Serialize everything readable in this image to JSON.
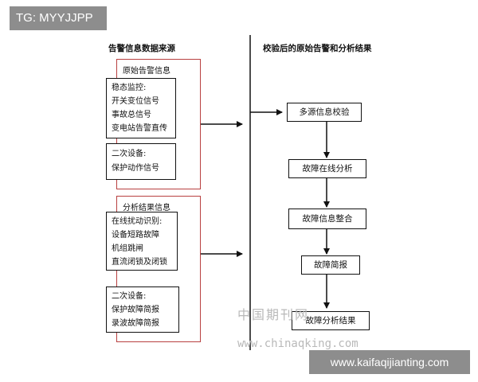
{
  "overlay": {
    "tag": "TG: MYYJJPP",
    "site": "www.kaifaqijianting.com"
  },
  "watermark": {
    "cn": "中国期刊网",
    "url": "www.chinaqking.com"
  },
  "left": {
    "heading": "告警信息数据来源",
    "raw": {
      "title": "原始告警信息",
      "monitor_lines": [
        "稳态监控:",
        "开关变位信号",
        "事故总信号",
        "变电站告警直传"
      ],
      "secondary_lines": [
        "二次设备:",
        "保护动作信号"
      ]
    },
    "analysis": {
      "title": "分析结果信息",
      "online_lines": [
        "在线扰动识别:",
        "设备短路故障",
        "机组跳闸",
        "直流闭锁及闭锁"
      ],
      "secondary_lines": [
        "二次设备:",
        "保护故障简报",
        "录波故障简报"
      ]
    }
  },
  "right": {
    "heading": "校验后的原始告警和分析结果",
    "steps": [
      "多源信息校验",
      "故障在线分析",
      "故障信息整合",
      "故障简报",
      "故障分析结果"
    ]
  }
}
